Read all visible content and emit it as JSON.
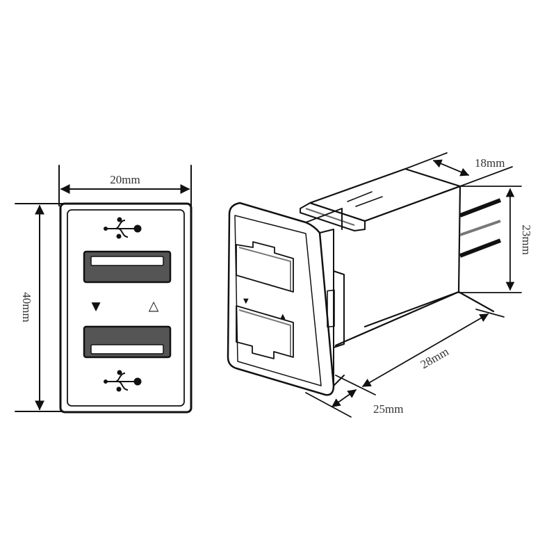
{
  "front_view": {
    "width_label": "20mm",
    "height_label": "40mm",
    "ports": [
      {
        "name": "usb-port-top",
        "slot_position": "top"
      },
      {
        "name": "usb-port-bottom",
        "slot_position": "bottom"
      }
    ],
    "indicators": {
      "left": "▼",
      "right": "△"
    },
    "colors": {
      "port_fill": "#555555",
      "port_slot": "#ffffff",
      "outline": "#111111"
    }
  },
  "iso_view": {
    "depth_label": "18mm",
    "height_label": "23mm",
    "length_label": "28mm",
    "flange_label": "25mm",
    "indicators": {
      "left": "▼",
      "right": "▲"
    }
  }
}
